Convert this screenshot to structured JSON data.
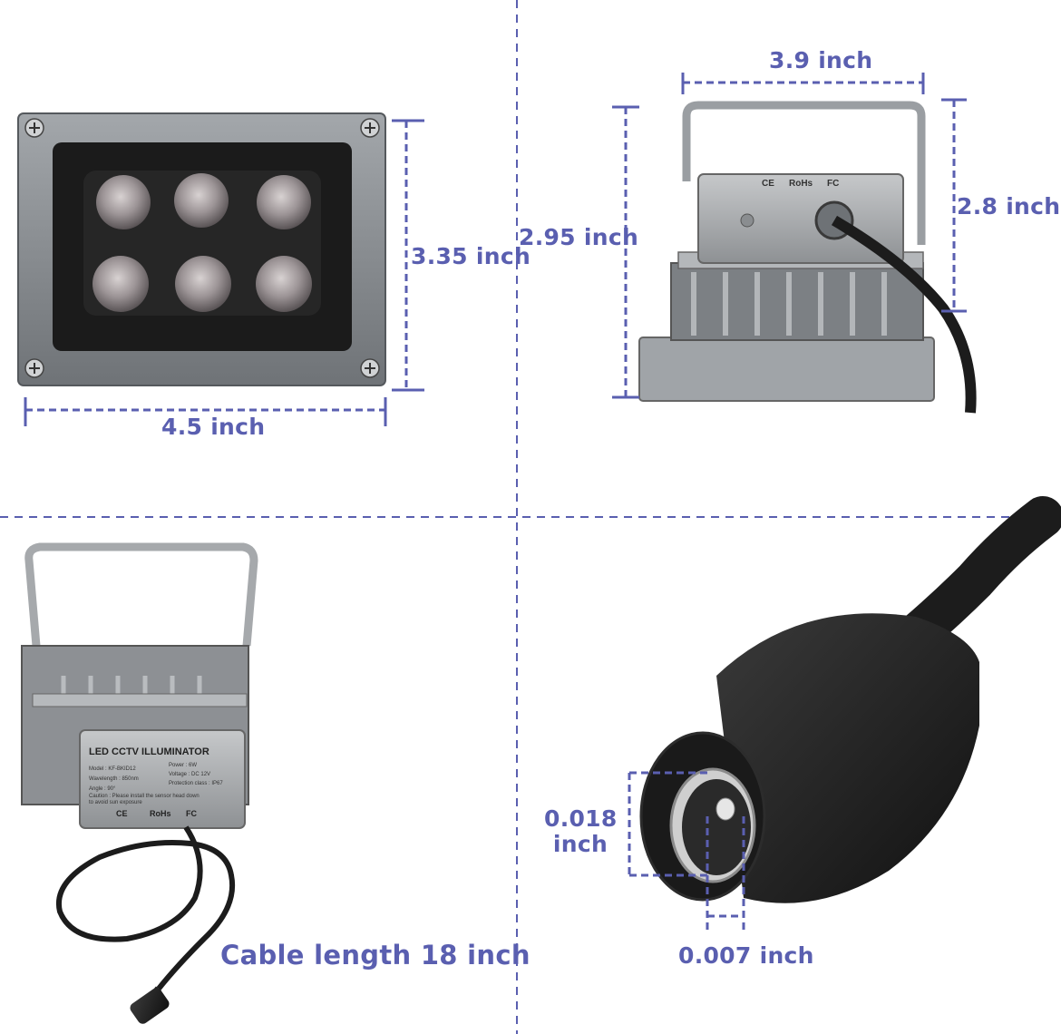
{
  "colors": {
    "dimension": "#5a5fb0",
    "housing": "#8c9094",
    "housing_dark": "#5e6266",
    "lens_panel": "#1b1b1b",
    "led": "#9a9496",
    "cable": "#1c1c1c"
  },
  "views": {
    "front": {
      "width_label": "4.5 inch",
      "height_label": "3.35 inch"
    },
    "side": {
      "top_width_label": "3.9 inch",
      "left_height_label": "2.95 inch",
      "right_height_label": "2.8 inch",
      "back_markings": [
        "CE",
        "RoHs",
        "FC"
      ]
    },
    "back": {
      "plate_title": "LED CCTV ILLUMINATOR",
      "plate_lines": [
        "Model : KF-BKID12",
        "Power : 6W",
        "Wavelength : 850nm",
        "Voltage : DC 12V",
        "Angle : 90°",
        "Protection class : IP67",
        "Caution : Please install the sensor head down",
        "to avoid sun exposure"
      ],
      "plate_marks": [
        "CE",
        "RoHs",
        "FC"
      ],
      "cable_label": "Cable length 18 inch"
    },
    "connector": {
      "outer_label_line1": "0.018",
      "outer_label_line2": "inch",
      "inner_label": "0.007 inch"
    }
  }
}
